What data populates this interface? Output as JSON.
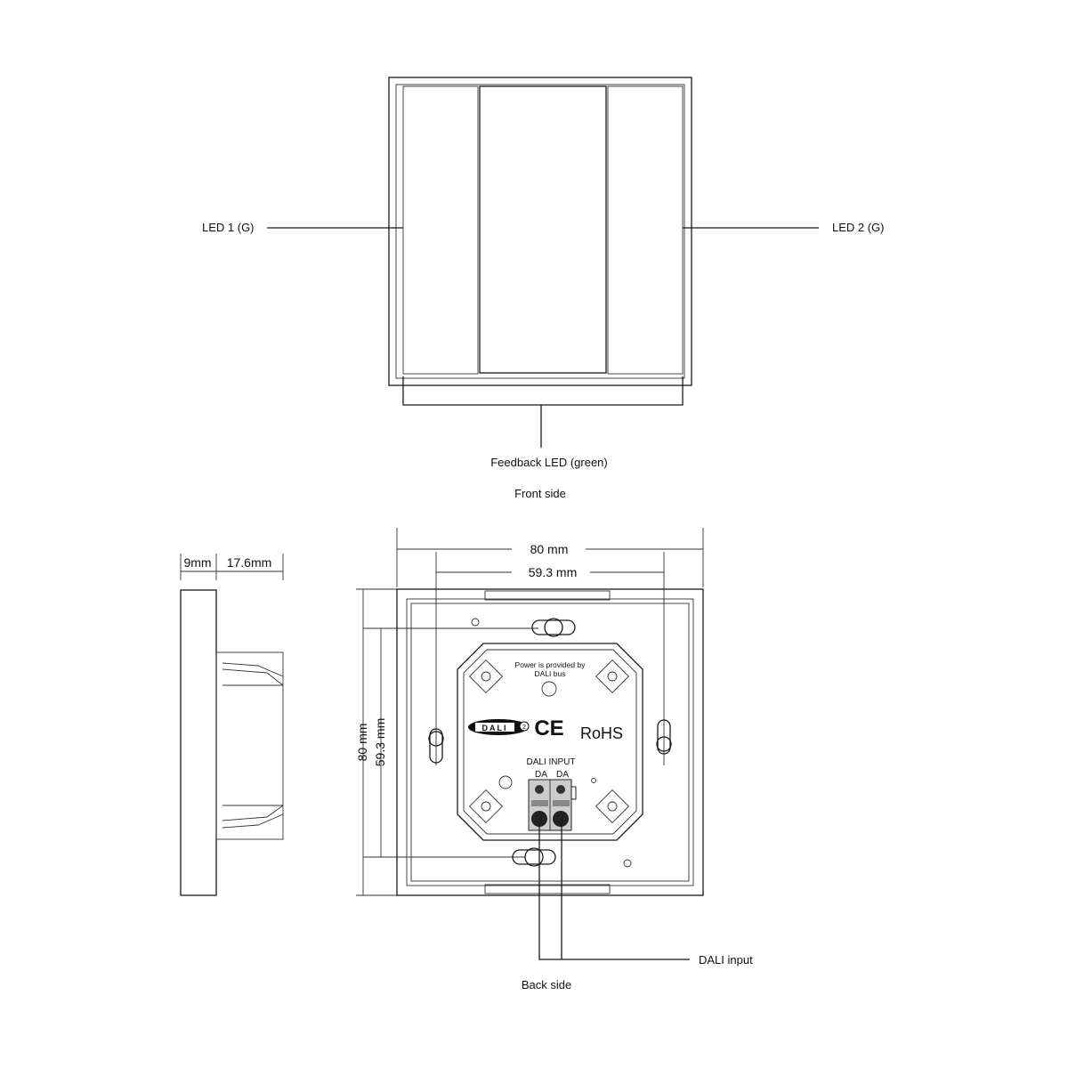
{
  "front": {
    "led1_label": "LED 1 (G)",
    "led2_label": "LED 2 (G)",
    "feedback_label": "Feedback LED (green)",
    "caption": "Front side"
  },
  "side": {
    "dim_panel": "9mm",
    "dim_body": "17.6mm"
  },
  "back": {
    "dim_width_outer": "80 mm",
    "dim_width_inner": "59.3 mm",
    "dim_height_outer": "80 mm",
    "dim_height_inner": "59.3 mm",
    "power_note_line1": "Power is provided by",
    "power_note_line2": "DALI bus",
    "dali_logo": "DALI 2",
    "ce_mark": "CE",
    "rohs": "RoHS",
    "input_title": "DALI INPUT",
    "terminal_1": "DA",
    "terminal_2": "DA",
    "wire_label": "DALI input",
    "caption": "Back side"
  }
}
